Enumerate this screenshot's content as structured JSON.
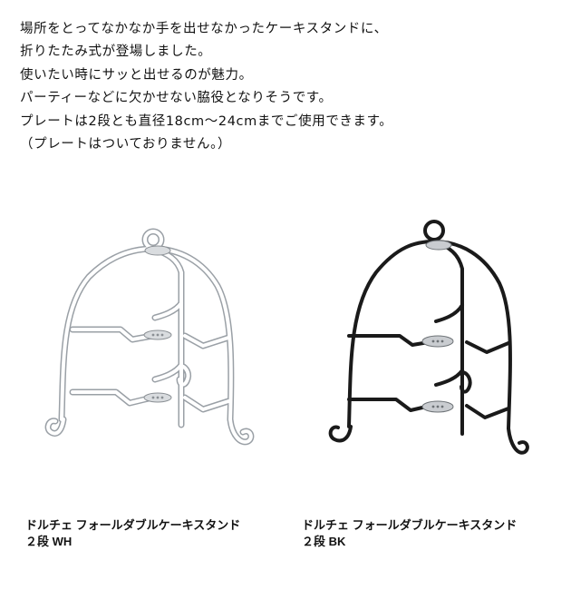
{
  "intro": {
    "lines": [
      "場所をとってなかなか手を出せなかったケーキスタンドに、",
      "折りたたみ式が登場しました。",
      "使いたい時にサッと出せるのが魅力。",
      "パーティーなどに欠かせない脇役となりそうです。",
      "プレートは2段とも直径18cm〜24cmまでご使用できます。",
      "（プレートはついておりません。）"
    ]
  },
  "products": [
    {
      "name": "ドルチェ フォールダブルケーキスタンド",
      "variant": "２段 WH",
      "frame_color": "#ffffff",
      "outline_color": "#9aa0a6"
    },
    {
      "name": "ドルチェ フォールダブルケーキスタンド",
      "variant": "２段 BK",
      "frame_color": "#1a1a1a",
      "outline_color": "#000000"
    }
  ]
}
